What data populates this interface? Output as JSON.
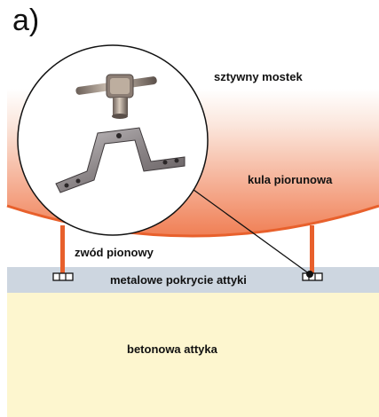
{
  "panel_tag": "a)",
  "labels": {
    "rigid_bridge": "sztywny mostek",
    "lightning_sphere": "kula piorunowa",
    "vertical_conductor": "zwód pionowy",
    "metal_parapet_cover": "metalowe pokrycie attyki",
    "concrete_parapet": "betonowa attyka"
  },
  "colors": {
    "sphere_gradient_top": "#fbe6dc",
    "sphere_gradient_bottom": "#f07f55",
    "sphere_edge": "#e8602c",
    "conductor": "#e8602c",
    "metal_cover": "#cdd6e0",
    "concrete": "#fdf6cf",
    "leader_line": "#111111"
  }
}
